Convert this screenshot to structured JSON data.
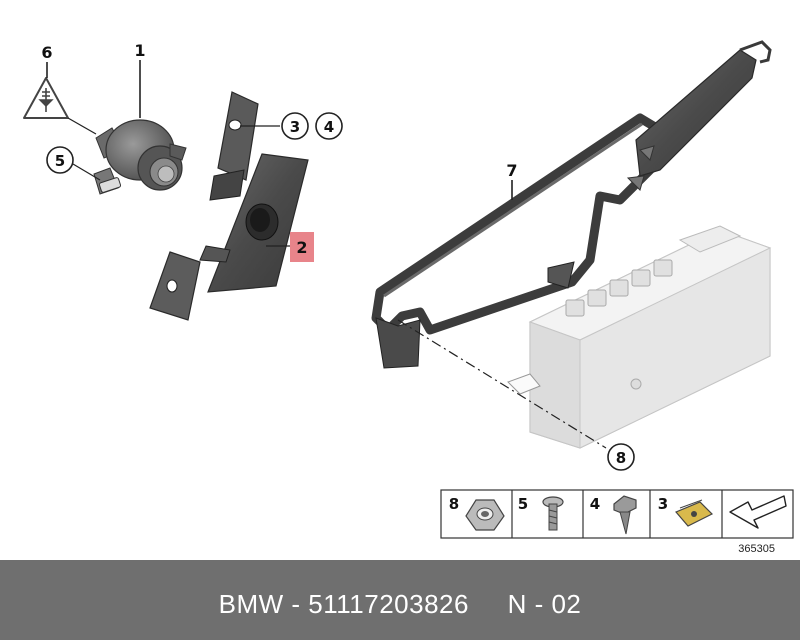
{
  "callouts": {
    "c1": "1",
    "c2": "2",
    "c3": "3",
    "c4": "4",
    "c5": "5",
    "c6": "6",
    "c7": "7",
    "c8": "8"
  },
  "legend": {
    "items": [
      {
        "number": "8",
        "icon": "hex-nut-icon"
      },
      {
        "number": "5",
        "icon": "screw-icon"
      },
      {
        "number": "4",
        "icon": "self-tapping-screw-icon"
      },
      {
        "number": "3",
        "icon": "clip-nut-icon"
      },
      {
        "number": "",
        "icon": "arrow-icon"
      }
    ]
  },
  "reference_number": "365305",
  "footer": {
    "text": "BMW - 51117203826     N - 02"
  },
  "colors": {
    "highlight": "#e8848a",
    "footer_bg": "#6f6f6f",
    "part_dark": "#4a4a4a",
    "part_light": "#ececec"
  }
}
